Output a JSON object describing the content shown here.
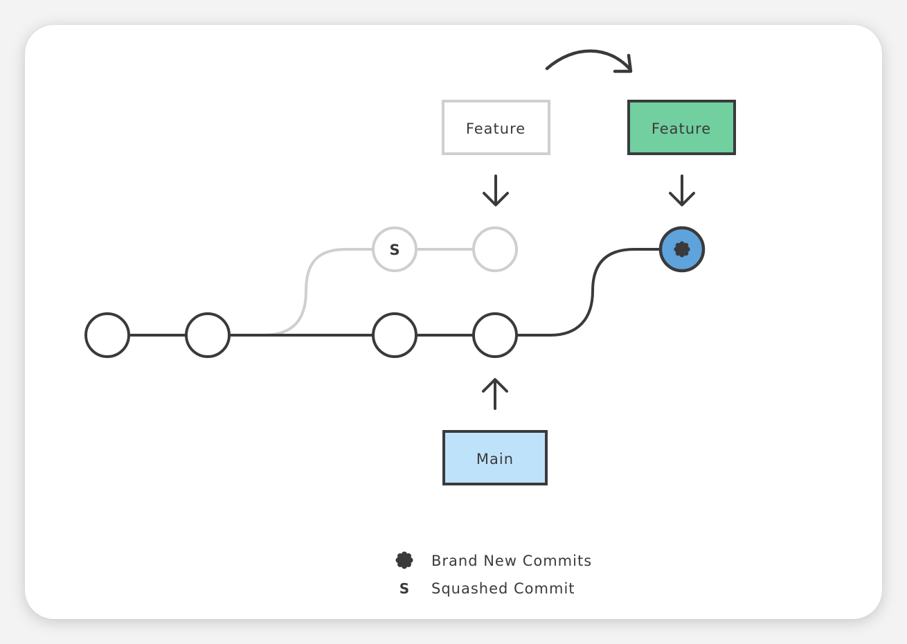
{
  "labels": {
    "feature_old": "Feature",
    "feature_new": "Feature",
    "main": "Main",
    "squashed_commit_mark": "S"
  },
  "legend": {
    "brand_new_commits": "Brand New Commits",
    "squashed_commit_symbol": "S",
    "squashed_commit": "Squashed Commit"
  },
  "colors": {
    "dark_stroke": "#3a3a3c",
    "ghost_stroke": "#cfcfcf",
    "feature_new_fill": "#72cfa0",
    "main_fill": "#bfe2fb",
    "new_commit_fill": "#5fa3dc"
  },
  "icons": {
    "new_commit_marker": "asterisk-icon",
    "arrows": "arrow-down-icon"
  }
}
